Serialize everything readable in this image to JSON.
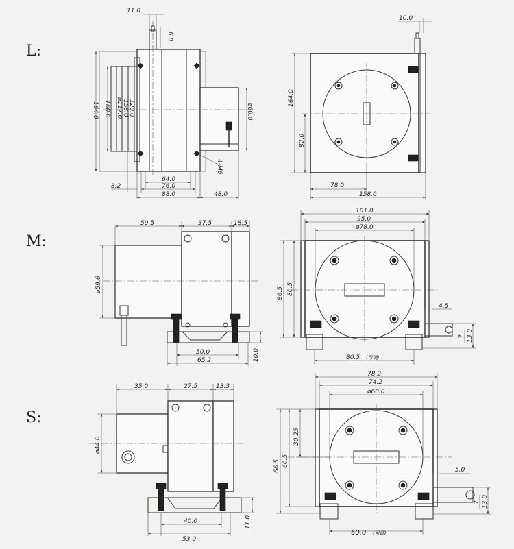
{
  "labels": {
    "L": "L:",
    "M": "M:",
    "S": "S:"
  },
  "L": {
    "side": {
      "top1": "11.0",
      "top2": "6.0",
      "h1": "164.0",
      "h2": "ø117.0",
      "h3": "158.0",
      "h4": "120.0",
      "h5": "160.0",
      "d": "ø60.0",
      "w1": "64.0",
      "w2": "76.0",
      "w3": "88.0",
      "w4": "48.0",
      "w5": "8.2",
      "hole": "4-M6"
    },
    "front": {
      "top": "10.0",
      "h1": "164.0",
      "h2": "82.0",
      "w1": "78.0",
      "w2": "158.0"
    }
  },
  "M": {
    "side": {
      "w1": "59.5",
      "w2": "37.5",
      "w3": "18.5",
      "d": "ø59.6",
      "b1": "50.0",
      "b2": "65.2",
      "h": "10.0"
    },
    "front": {
      "w1": "101.0",
      "w2": "95.0",
      "w3": "ø78.0",
      "h1": "86.5",
      "h2": "80.5",
      "s1": "4.5",
      "s2": "7",
      "s3": "13.0",
      "b": "80.5",
      "adj": "(可调)"
    }
  },
  "S": {
    "side": {
      "w1": "35.0",
      "w2": "27.5",
      "w3": "13.3",
      "d": "ø44.0",
      "b1": "40.0",
      "b2": "53.0",
      "h": "11.0"
    },
    "front": {
      "w1": "78.2",
      "w2": "74.2",
      "w3": "ø60.0",
      "h1": "66.5",
      "h2": "60.5",
      "h3": "30.25",
      "s1": "5.0",
      "s2": "7",
      "s3": "13.0",
      "b": "60.0",
      "adj": "(可调)"
    }
  }
}
